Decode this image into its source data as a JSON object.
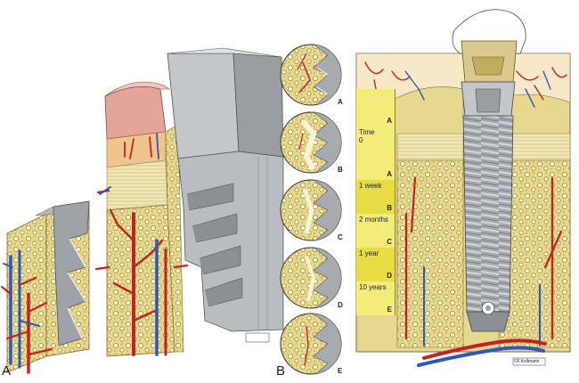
{
  "panels": {
    "left_label": "A",
    "right_label": "B"
  },
  "circles": {
    "labels": [
      "A",
      "B",
      "C",
      "D",
      "E"
    ]
  },
  "timeline": {
    "items": [
      {
        "label": "",
        "letter": "A"
      },
      {
        "label": "Time\n0",
        "letter": "A"
      },
      {
        "label": "1 week",
        "letter": "B"
      },
      {
        "label": "2 months",
        "letter": "C"
      },
      {
        "label": "1 year",
        "letter": "D"
      },
      {
        "label": "10 years",
        "letter": "E"
      }
    ]
  },
  "signature": "©F.Kollmann",
  "colors": {
    "bone": "#e2d587",
    "bone_dark": "#b29a3c",
    "artery": "#c42222",
    "vein": "#3058b8",
    "implant": "#9a9ea3",
    "gingiva": "#e3a49a",
    "timeline_fill": "#f3ec7a",
    "crown": "#d9c890"
  }
}
